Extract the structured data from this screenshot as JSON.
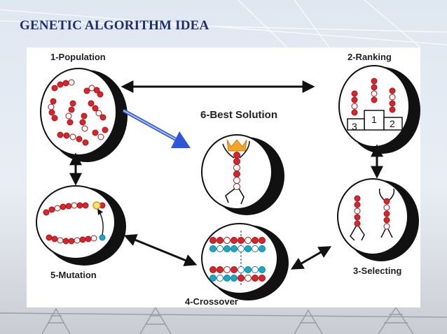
{
  "slide": {
    "title": "GENETIC ALGORITHM IDEA"
  },
  "diagram": {
    "steps": {
      "population": "1-Population",
      "ranking": "2-Ranking",
      "selecting": "3-Selecting",
      "crossover": "4-Crossover",
      "mutation": "5-Mutation",
      "best": "6-Best Solution"
    },
    "podium": {
      "first": "1",
      "second": "2",
      "third": "3"
    }
  },
  "colors": {
    "title": "#1f2f6e",
    "gene_red": "#d6262c",
    "gene_cyan": "#1aa7c7",
    "crown": "#f4a428",
    "best_arrow": "#2f56d8"
  }
}
